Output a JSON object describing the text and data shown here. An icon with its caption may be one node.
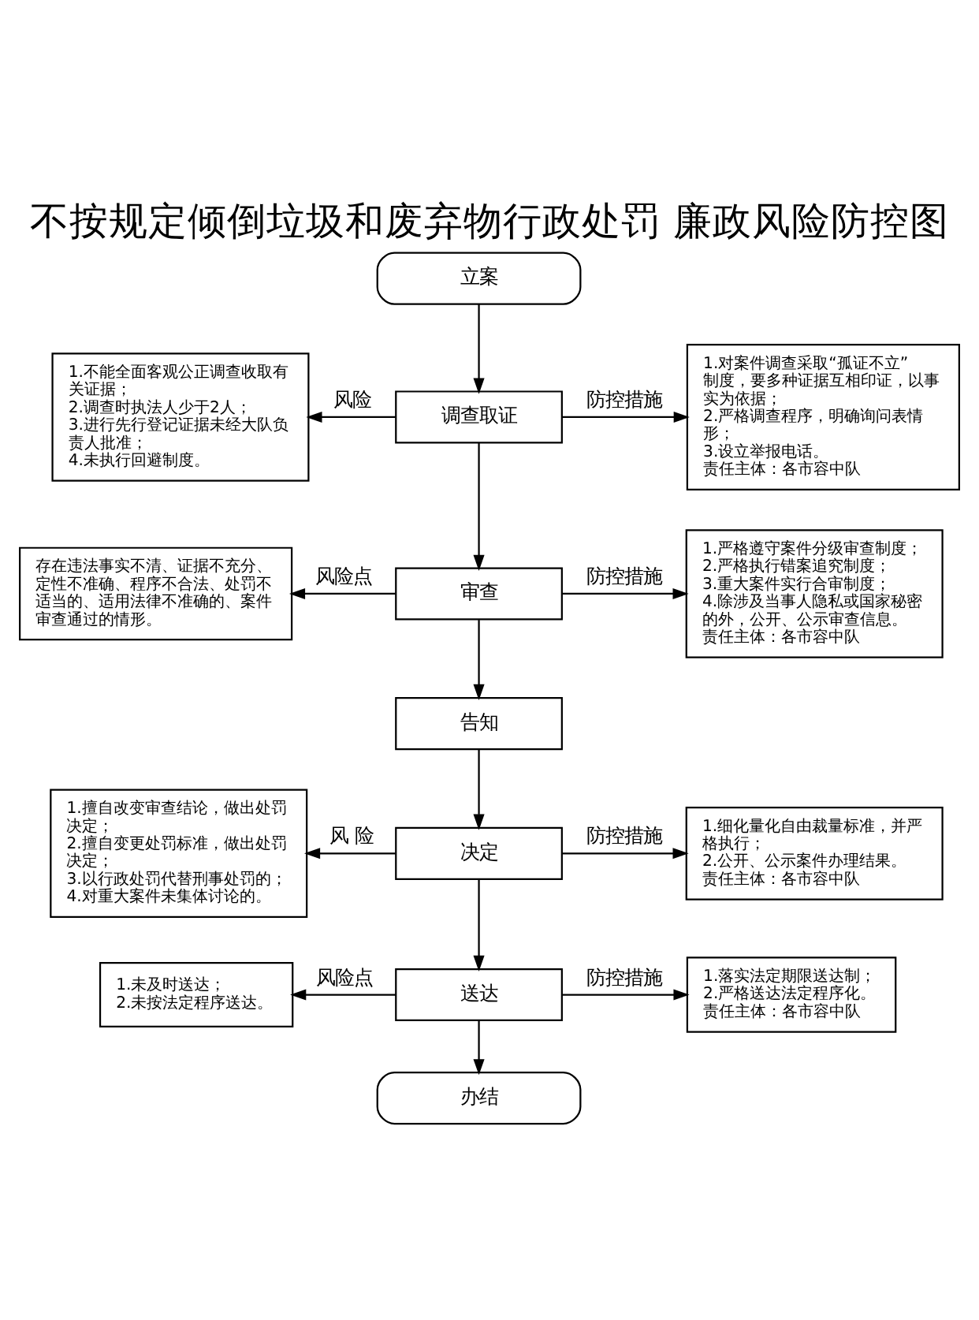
{
  "diagram": {
    "title": "不按规定倾倒垃圾和废弃物行政处罚 廉政风险防控图",
    "nodes": [
      {
        "text": [
          "立案"
        ]
      },
      {
        "text": [
          "调查取证"
        ]
      },
      {
        "text": [
          "审查"
        ]
      },
      {
        "text": [
          "告知"
        ]
      },
      {
        "text": [
          "决定"
        ]
      },
      {
        "text": [
          "送达"
        ]
      },
      {
        "text": [
          "办结"
        ]
      },
      {
        "text": [
          "1.不能全面客观公正调查收取有关证据；",
          "2.调查时执法人少于2人；",
          "3.进行先行登记证据未经大队负责人批准；",
          "4.未执行回避制度。"
        ]
      },
      {
        "text": [
          "1.对案件调查采取“孤证不立”制度，要多种证据互相印证，以事实为依据；",
          "2.严格调查程序，明确询问表情形；",
          "3.设立举报电话。",
          "责任主体：各市容中队"
        ]
      },
      {
        "text": [
          "存在违法事实不清、证据不充分、定性不准确、程序不合法、处罚不适当的、适用法律不准确的、案件审查通过的情形。"
        ]
      },
      {
        "text": [
          "1.严格遵守案件分级审查制度；",
          "2.严格执行错案追究制度；",
          "3.重大案件实行合审制度；",
          "4.除涉及当事人隐私或国家秘密的外，公开、公示审查信息。",
          "责任主体：各市容中队"
        ]
      },
      {
        "text": [
          "1.擅自改变审查结论，做出处罚决定；",
          "2.擅自变更处罚标准，做出处罚决定；",
          "3.以行政处罚代替刑事处罚的；",
          "4.对重大案件未集体讨论的。"
        ]
      },
      {
        "text": [
          "1.细化量化自由裁量标准，并严格执行；",
          "2.公开、公示案件办理结果。",
          "责任主体：各市容中队"
        ]
      },
      {
        "text": [
          "1.未及时送达；",
          "2.未按法定程序送达。"
        ]
      },
      {
        "text": [
          "1.落实法定期限送达制；",
          "2.严格送达法定程序化。",
          "责任主体：各市容中队"
        ]
      }
    ],
    "edges": [
      {
        "from": 0,
        "to": 1,
        "arrow": "to"
      },
      {
        "from": 1,
        "to": 7,
        "arrow": "to",
        "label": "风险"
      },
      {
        "from": 1,
        "to": 8,
        "arrow": "to",
        "label": "防控措施"
      },
      {
        "from": 1,
        "to": 2,
        "arrow": "to"
      },
      {
        "from": 2,
        "to": 9,
        "arrow": "to",
        "label": "风险点"
      },
      {
        "from": 2,
        "to": 10,
        "arrow": "to",
        "label": "防控措施"
      },
      {
        "from": 2,
        "to": 3,
        "arrow": "to"
      },
      {
        "from": 3,
        "to": 4,
        "arrow": "to"
      },
      {
        "from": 4,
        "to": 11,
        "arrow": "to",
        "label": "风 险"
      },
      {
        "from": 4,
        "to": 12,
        "arrow": "to",
        "label": "防控措施"
      },
      {
        "from": 4,
        "to": 5,
        "arrow": "to"
      },
      {
        "from": 5,
        "to": 13,
        "arrow": "to",
        "label": "风险点"
      },
      {
        "from": 5,
        "to": 14,
        "arrow": "to",
        "label": "防控措施"
      },
      {
        "from": 5,
        "to": 6,
        "arrow": "to"
      }
    ]
  }
}
